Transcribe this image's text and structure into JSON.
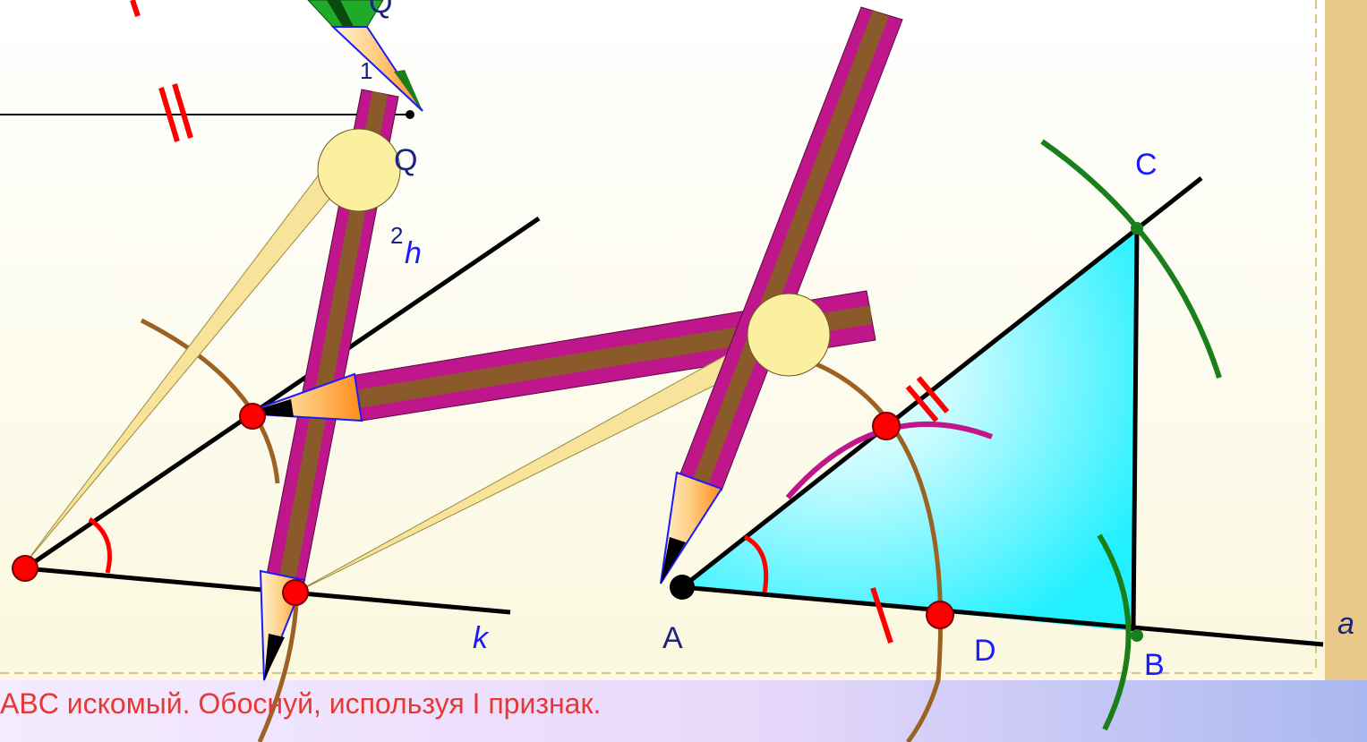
{
  "labels": {
    "q": "Q",
    "h": "h",
    "h_index": "2",
    "one": "1",
    "C": "C",
    "A": "A",
    "B": "B",
    "D": "D",
    "k": "k",
    "a": "a"
  },
  "caption": "ABC искомый. Обоснуй, используя I признак.",
  "colors": {
    "background": "#fdfbe6",
    "frame": "#e9c98a",
    "triangle_fill": "#29f3ff",
    "black_line": "#000000",
    "red_mark": "#ff0000",
    "brown_arc": "#9c6224",
    "magenta_arc": "#c0168c",
    "green_arc": "#1a7f1a",
    "pencil_body": "#c0168c",
    "pencil_core": "#8b5a2b",
    "compass_leg": "#f7e39a",
    "compass_hinge": "#faf0a0",
    "label_blue": "#1a1aff",
    "label_navy": "#1a237e",
    "caption": "#e53935"
  }
}
